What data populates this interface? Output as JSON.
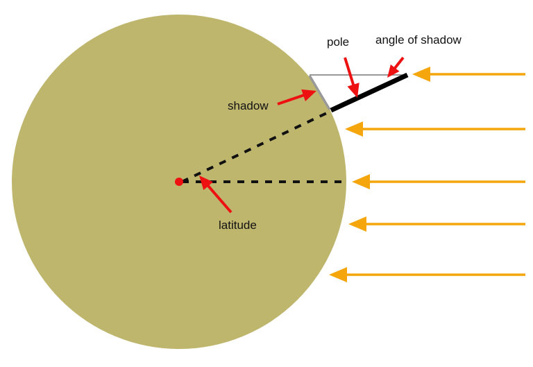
{
  "labels": {
    "pole": "pole",
    "angle_of_shadow": "angle of shadow",
    "shadow": "shadow",
    "latitude": "latitude"
  },
  "colors": {
    "earth": "#bfb66e",
    "sunlight": "#f5a60d",
    "annotation_arrow": "#ee1111",
    "pole": "#000000",
    "shadow": "#999999",
    "center_dot": "#ee1111",
    "guide_line": "#777777"
  },
  "sun_rays": {
    "count": 5,
    "direction": "right-to-left"
  }
}
